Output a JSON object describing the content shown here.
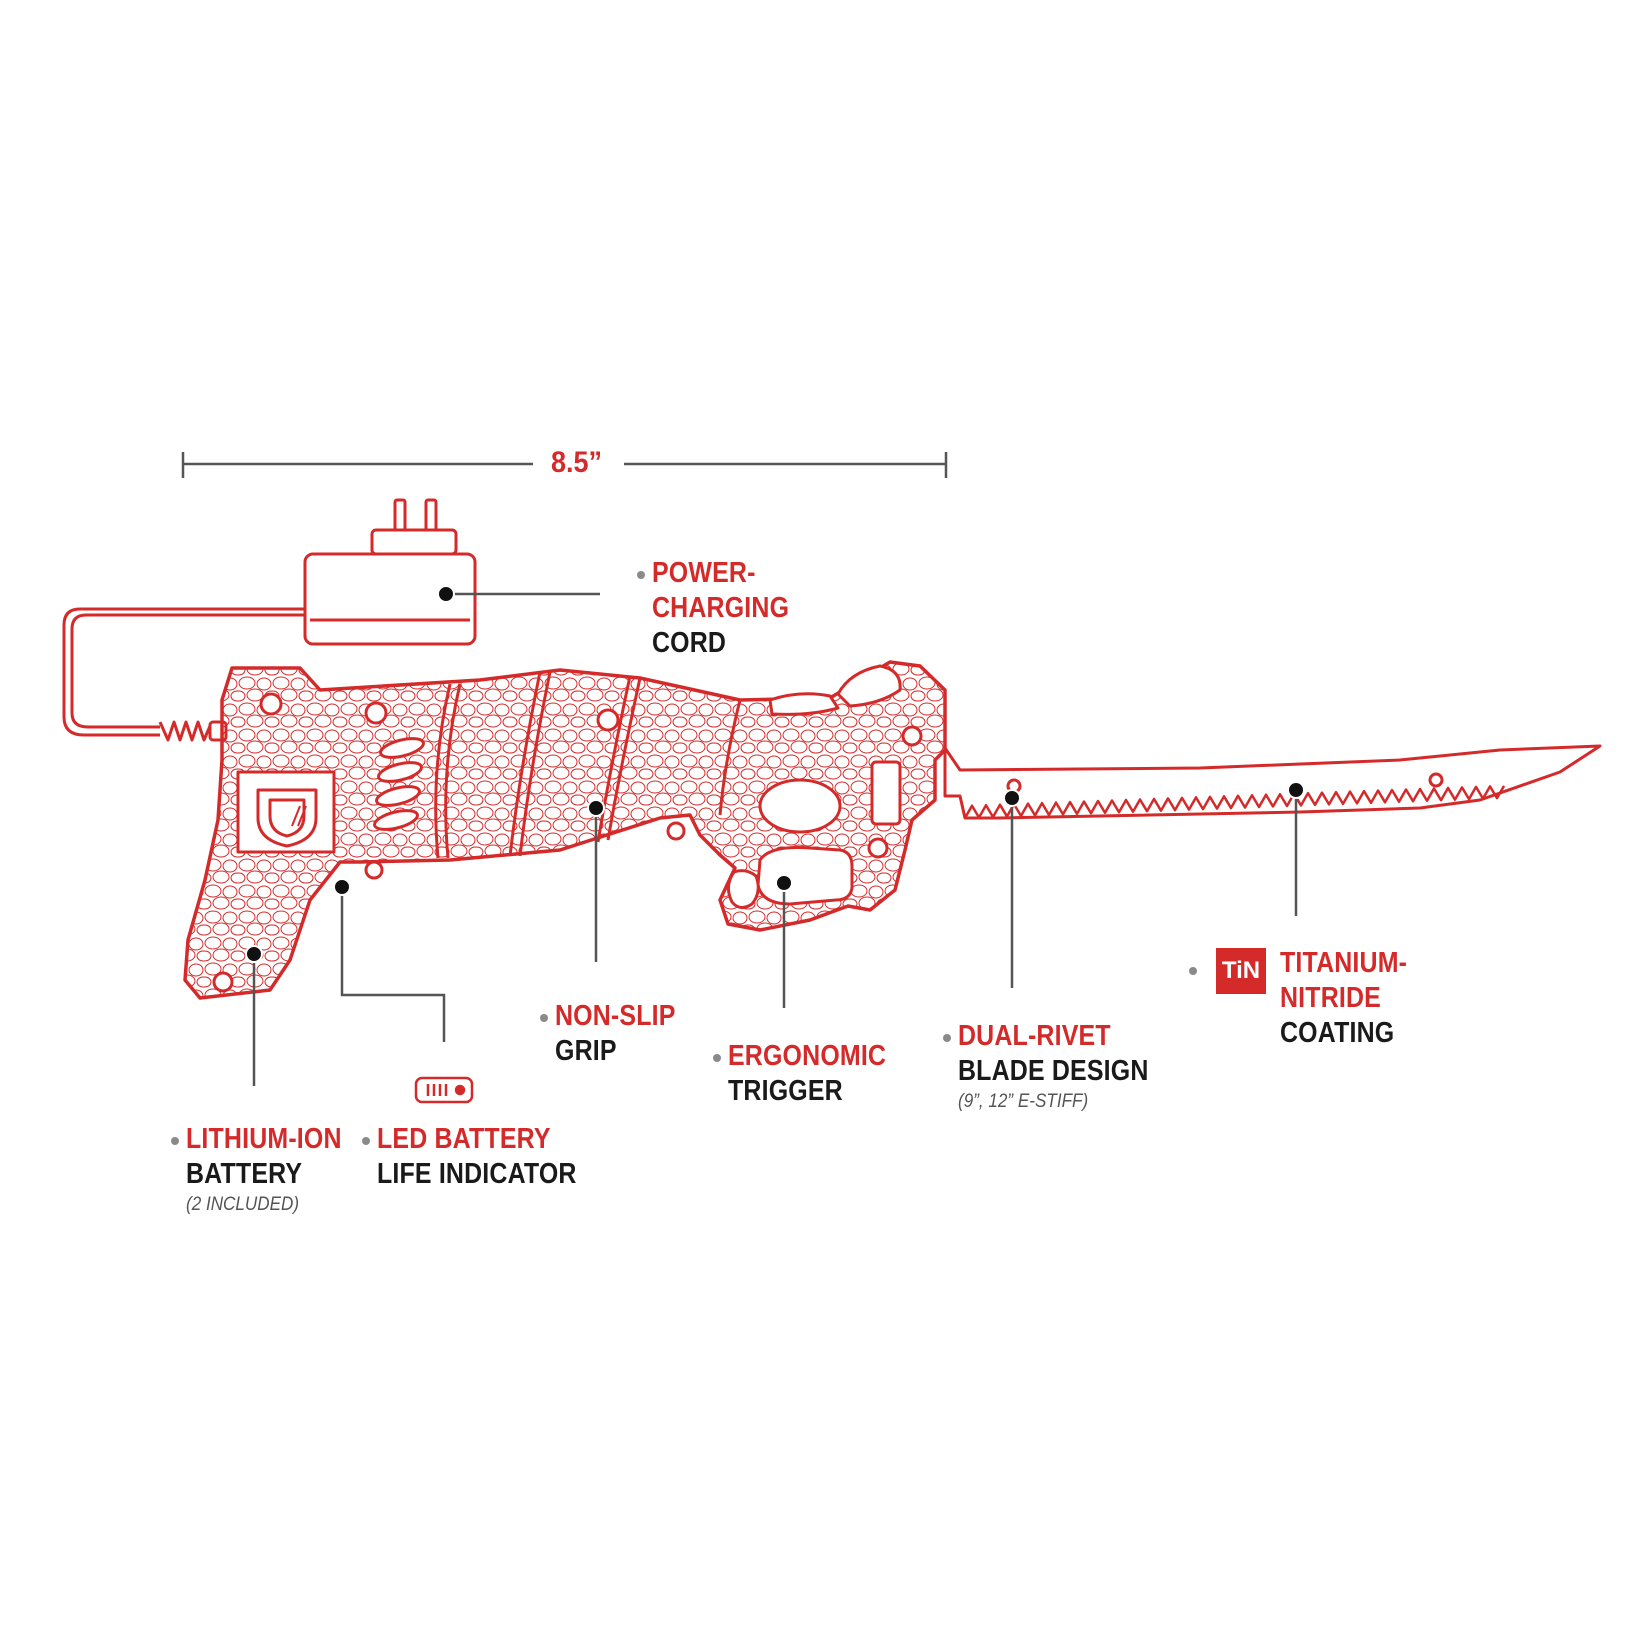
{
  "dimension": "8.5”",
  "callouts": {
    "power_cord": {
      "line1": "POWER-",
      "line2": "CHARGING",
      "line3": "CORD"
    },
    "nonslip_grip": {
      "line1": "NON-SLIP",
      "line2": "GRIP"
    },
    "ergonomic_trigger": {
      "line1": "ERGONOMIC",
      "line2": "TRIGGER"
    },
    "dual_rivet": {
      "line1": "DUAL-RIVET",
      "line2": "BLADE DESIGN",
      "note": "(9”, 12” E-STIFF)"
    },
    "titanium": {
      "badge": "TiN",
      "line1": "TITANIUM-",
      "line2": "NITRIDE",
      "line3": "COATING"
    },
    "lithium_battery": {
      "line1": "LITHIUM-ION",
      "line2": "BATTERY",
      "note": "(2 INCLUDED)"
    },
    "led_battery": {
      "line1": "LED BATTERY",
      "line2": "LIFE INDICATOR"
    }
  },
  "colors": {
    "accent": "#d42a2a",
    "text": "#1a1a1a",
    "leader": "#555555",
    "bullet": "#8a8a8a"
  },
  "icons": [
    "electric-fillet-knife-illustration",
    "battery-indicator-icon",
    "tin-badge-icon"
  ]
}
